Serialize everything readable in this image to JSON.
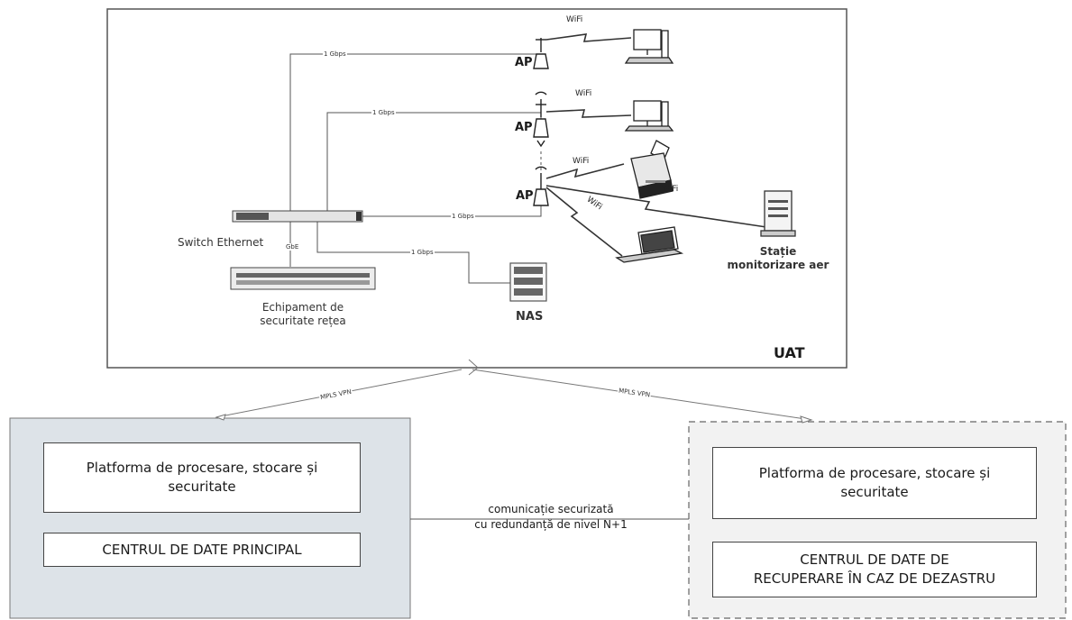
{
  "uat": {
    "label": "UAT",
    "link_speeds": [
      "1 Gbps",
      "1 Gbps",
      "1 Gbps",
      "1 Gbps"
    ],
    "wifi_labels": [
      "WiFi",
      "WiFi",
      "WiFi",
      "WiFi",
      "WiFi"
    ],
    "ap_labels": [
      "AP",
      "AP",
      "AP"
    ],
    "switch_label": "Switch Ethernet",
    "gbe_label": "GbE",
    "security_label": [
      "Echipament de",
      "securitate rețea"
    ],
    "nas_label": "NAS",
    "station_label": [
      "Stație",
      "monitorizare aer"
    ]
  },
  "vpn_labels": [
    "MPLS VPN",
    "MPLS VPN"
  ],
  "primary": {
    "platform_text": [
      "Platforma de procesare, stocare și",
      "securitate"
    ],
    "center_text": "CENTRUL DE DATE PRINCIPAL"
  },
  "dr": {
    "platform_text": [
      "Platforma de procesare, stocare și",
      "securitate"
    ],
    "center_text": [
      "CENTRUL DE DATE DE",
      "RECUPERARE ÎN CAZ DE DEZASTRU"
    ]
  },
  "link_text": [
    "comunicație securizată",
    "cu redundanță de nivel N+1"
  ]
}
